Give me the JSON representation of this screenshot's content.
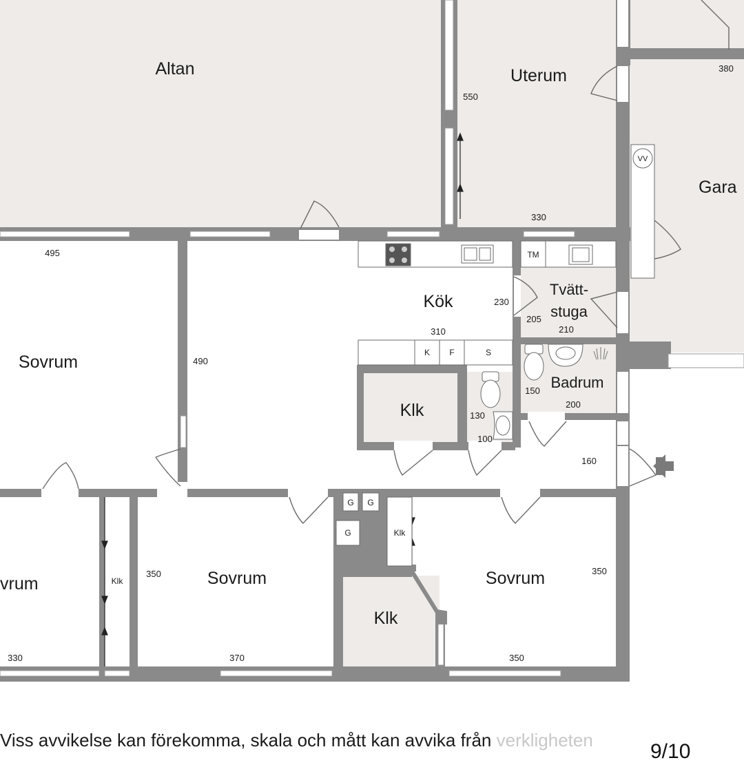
{
  "rooms": {
    "altan": "Altan",
    "uterum": "Uterum",
    "garage": "Gara",
    "kok": "Kök",
    "tvatt_line1": "Tvätt-",
    "tvatt_line2": "stuga",
    "sovrum_main": "Sovrum",
    "klk_mid": "Klk",
    "badrum": "Badrum",
    "sovrum_left_partial": "vrum",
    "sovrum_mid": "Sovrum",
    "klk_lower": "Klk",
    "sovrum_right": "Sovrum"
  },
  "dimensions": {
    "d380": "380",
    "d550": "550",
    "d330_top": "330",
    "d495": "495",
    "d490": "490",
    "d230": "230",
    "d205": "205",
    "d310": "310",
    "d210": "210",
    "d150": "150",
    "d200": "200",
    "d130": "130",
    "d100": "100",
    "d160": "160",
    "d350_left": "350",
    "d350_right": "350",
    "d330_bottom": "330",
    "d370": "370",
    "d350_bottom": "350"
  },
  "fixtures": {
    "vv": "VV",
    "tm": "TM",
    "k": "K",
    "f": "F",
    "s": "S",
    "g1": "G",
    "g2": "G",
    "g3": "G",
    "klk_small_left": "Klk",
    "klk_small_mid": "Klk"
  },
  "caption": {
    "main": "Viss avvikelse kan förekomma, skala och mått kan avvika från ",
    "faded": "verkligheten"
  },
  "pager": "9/10",
  "colors": {
    "wall": "#8a8a8a",
    "floor_tint": "#eeebe8",
    "ink": "#1b1b1b"
  }
}
